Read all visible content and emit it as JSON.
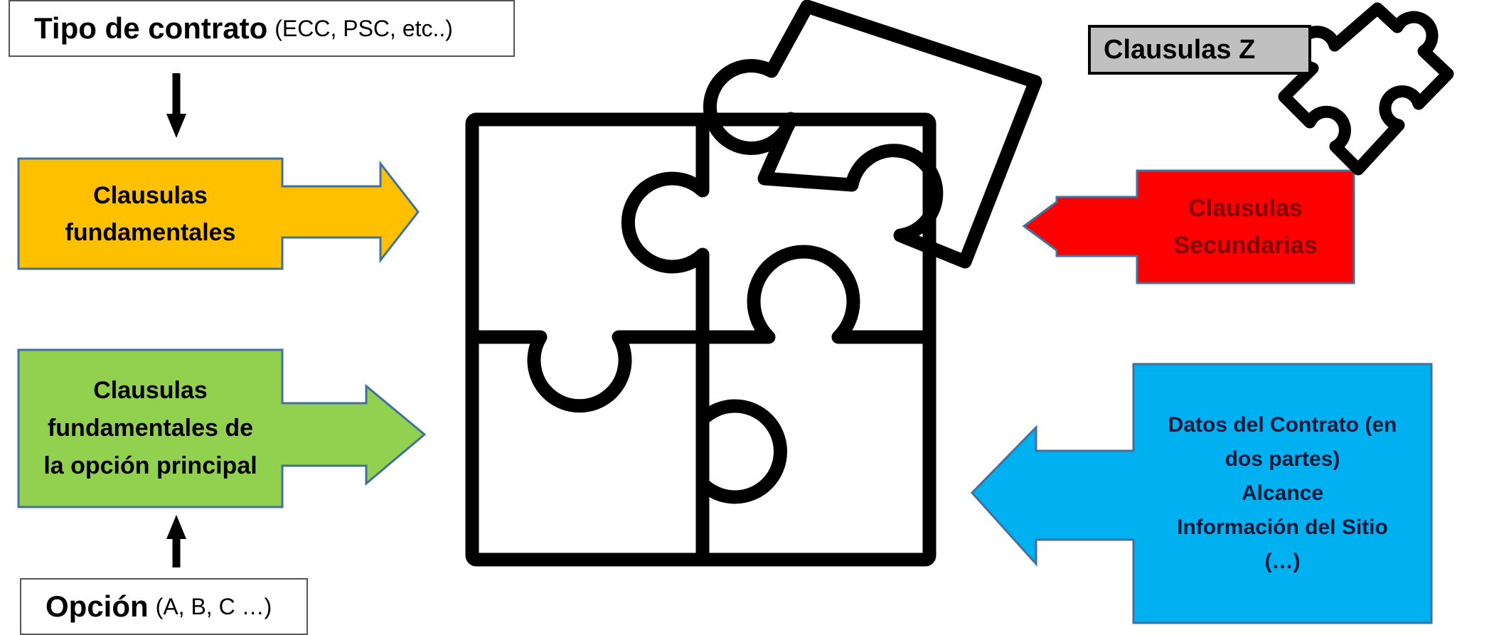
{
  "contract_type": {
    "label": "Tipo de contrato",
    "detail": "(ECC, PSC, etc..)"
  },
  "core_clauses": {
    "lines": [
      "Clausulas",
      "fundamentales"
    ],
    "color": "#FFC000"
  },
  "main_option_clauses": {
    "lines": [
      "Clausulas",
      "fundamentales de",
      "la opción principal"
    ],
    "color": "#92D050"
  },
  "option": {
    "label": "Opción",
    "detail": "(A, B, C …)"
  },
  "z_clauses": {
    "label": "Clausulas Z"
  },
  "secondary_clauses": {
    "lines": [
      "Clausulas",
      "Secundarias"
    ],
    "color": "#FF0000",
    "text_color": "#7F0000"
  },
  "contract_data": {
    "lines": [
      "Datos del Contrato (en",
      "dos partes)",
      "Alcance",
      "Información del Sitio",
      "(…)"
    ],
    "color": "#00B0F0"
  },
  "stroke_color": "#41719C"
}
